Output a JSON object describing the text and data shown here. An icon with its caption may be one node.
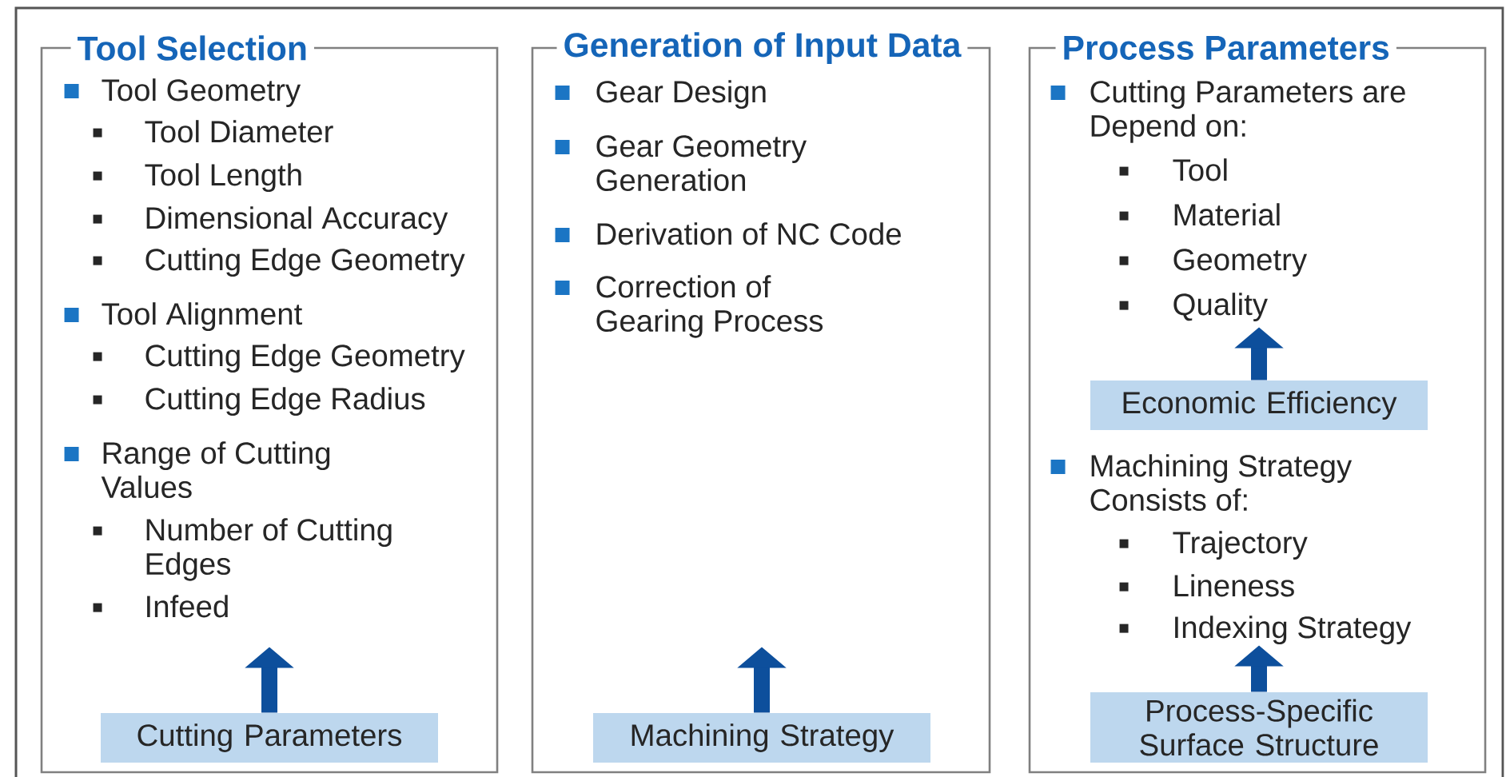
{
  "diagram": {
    "nodes": [
      {
        "text": [
          "Tool Selection",
          "Tool Geometry",
          "Tool Diameter",
          "Tool Length",
          "Dimensional Accuracy",
          "Cutting Edge Geometry",
          "Tool Alignment",
          "Cutting Edge Geometry",
          "Cutting Edge Radius",
          "Range of Cutting Values",
          "Number of Cutting Edges",
          "Infeed"
        ]
      },
      {
        "text": [
          "Cutting Parameters"
        ],
        "in": 0
      },
      {
        "text": [
          "Generation of Input Data",
          "Gear Design",
          "Gear Geometry Generation",
          "Derivation of NC Code",
          "Correction of Gearing Process"
        ]
      },
      {
        "text": [
          "Machining Strategy"
        ],
        "in": 2
      },
      {
        "text": [
          "Process Parameters",
          "Cutting Parameters are Depend on:",
          "Tool",
          "Material",
          "Geometry",
          "Quality",
          "Machining Strategy Consists of:",
          "Trajectory",
          "Lineness",
          "Indexing Strategy"
        ]
      },
      {
        "text": [
          "Economic Efficiency"
        ],
        "in": 4
      },
      {
        "text": [
          "Process-Specific Surface Structure"
        ],
        "in": 4
      }
    ],
    "edges": [
      {
        "from": 1,
        "to": null,
        "arrow": "to"
      },
      {
        "from": 3,
        "to": null,
        "arrow": "to"
      },
      {
        "from": 5,
        "to": null,
        "arrow": "to"
      },
      {
        "from": 6,
        "to": null,
        "arrow": "to"
      }
    ]
  }
}
